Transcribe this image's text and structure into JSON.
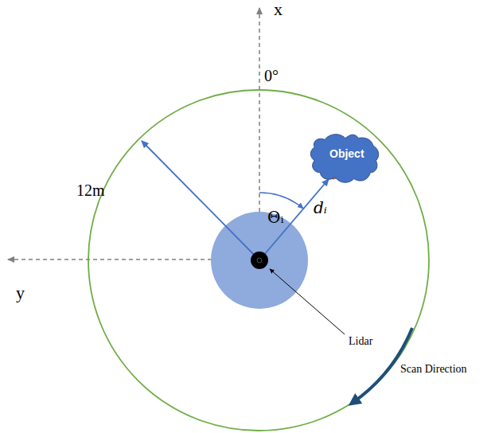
{
  "diagram": {
    "nodes": [
      {
        "text": [
          "Object"
        ]
      }
    ],
    "labels": [
      "x",
      "y",
      "0°",
      "12m",
      "Θᵢ",
      "dᵢ",
      "Lidar",
      "Scan Direction"
    ]
  }
}
